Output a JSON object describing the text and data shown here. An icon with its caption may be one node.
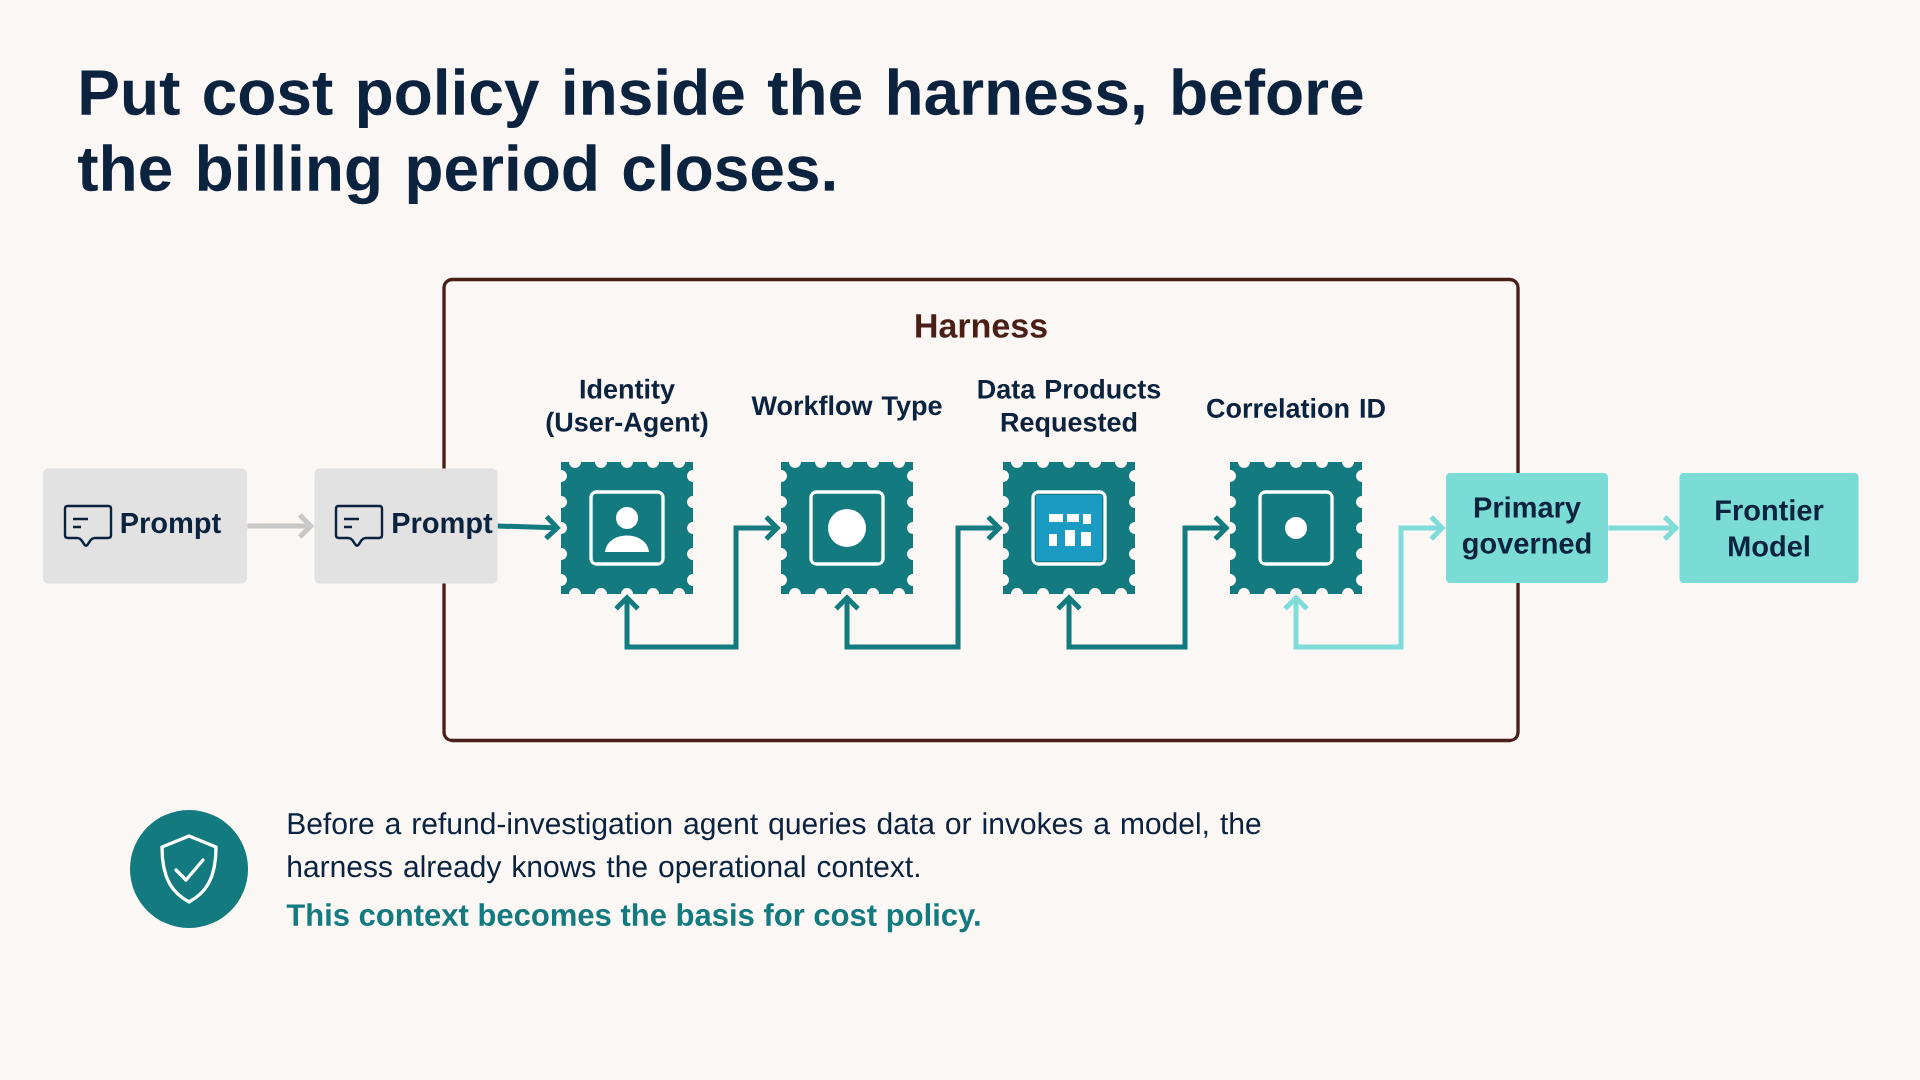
{
  "diagram": {
    "title": "Put cost policy inside the harness, before the billing period closes.",
    "nodes": [
      {
        "text": [
          "Harness"
        ]
      },
      {
        "text": [
          "Prompt"
        ]
      },
      {
        "text": [
          "Prompt"
        ]
      },
      {
        "text": [
          "Identity (User-Agent)"
        ],
        "in": 0
      },
      {
        "text": [
          "Workflow Type"
        ],
        "in": 0
      },
      {
        "text": [
          "Data Products Requested"
        ],
        "in": 0
      },
      {
        "text": [
          "Correlation ID"
        ],
        "in": 0
      },
      {
        "text": [
          "Primary governed"
        ]
      },
      {
        "text": [
          "Frontier Model"
        ]
      }
    ],
    "edges": [
      {
        "from": 1,
        "to": 2,
        "arrow": "to",
        "color": "#c8c8c8"
      },
      {
        "from": 2,
        "to": 3,
        "arrow": "to"
      },
      {
        "from": 3,
        "to": 4,
        "arrow": "both"
      },
      {
        "from": 4,
        "to": 5,
        "arrow": "both"
      },
      {
        "from": 5,
        "to": 6,
        "arrow": "both"
      },
      {
        "from": 6,
        "to": 7,
        "arrow": "both",
        "color": "#7fdcd8"
      },
      {
        "from": 7,
        "to": 8,
        "arrow": "to",
        "color": "#7fdcd8"
      }
    ],
    "labels": [
      "Before a refund-investigation agent queries data or invokes a model, the harness already knows the operational context.",
      "This context becomes the basis for cost policy."
    ]
  }
}
